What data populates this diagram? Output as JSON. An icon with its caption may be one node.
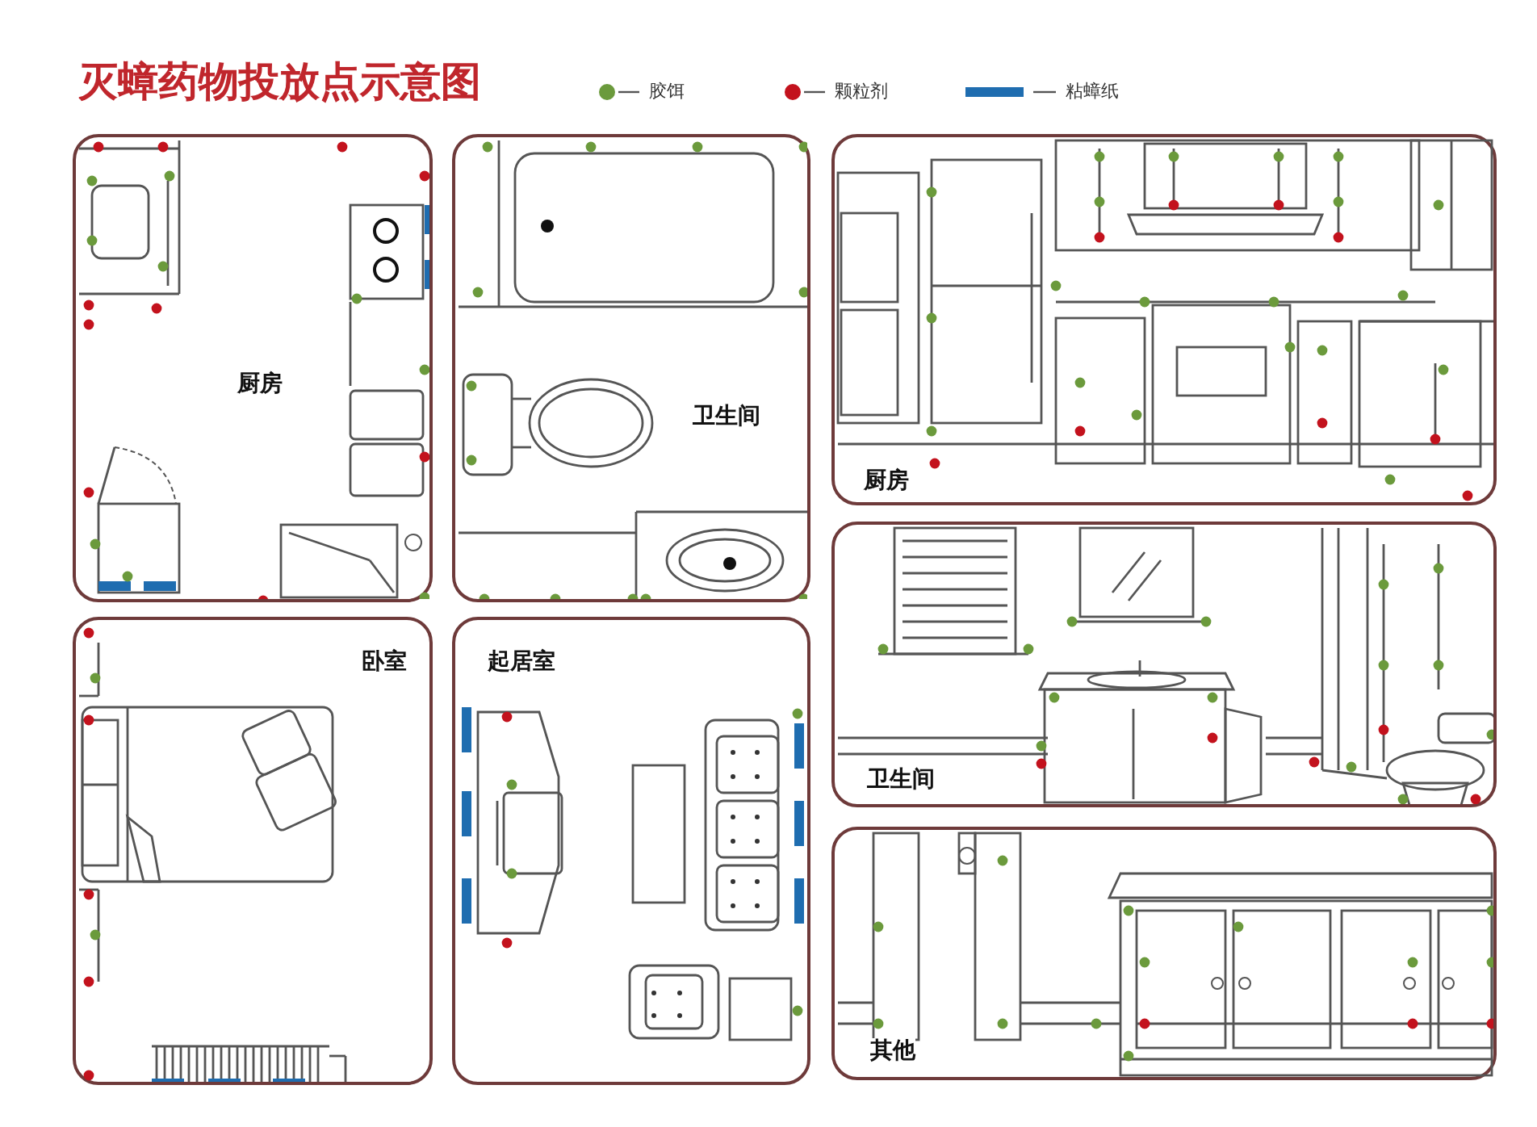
{
  "diagram": {
    "title": "灭蟑药物投放点示意图",
    "nodes": [
      {
        "text": [
          "厨房"
        ]
      },
      {
        "text": [
          "卫生间"
        ]
      },
      {
        "text": [
          "卧室"
        ]
      },
      {
        "text": [
          "起居室"
        ]
      },
      {
        "text": [
          "厨房"
        ]
      },
      {
        "text": [
          "卫生间"
        ]
      },
      {
        "text": [
          "其他"
        ]
      }
    ],
    "legend": [
      {
        "text": "胶饵",
        "color": "#6b9a3c"
      },
      {
        "text": "颗粒剂",
        "color": "#c3121d"
      },
      {
        "text": "粘蟑纸",
        "color": "#1f6db0"
      }
    ]
  }
}
